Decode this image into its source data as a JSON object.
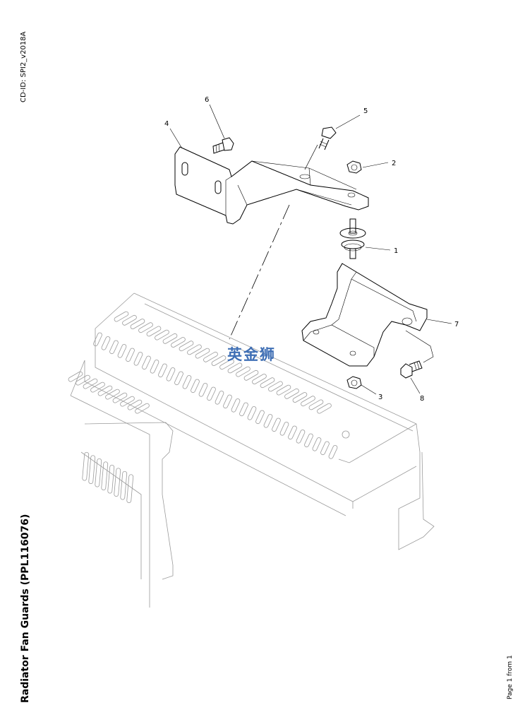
{
  "header": {
    "doc_id": "CD-ID: SPI2_v2018A"
  },
  "title": "Radiator Fan Guards (PPL116076)",
  "footer": {
    "page": "Page 1 from 1"
  },
  "watermark": "英金狮",
  "callouts": [
    {
      "id": "c1",
      "label": "1"
    },
    {
      "id": "c2",
      "label": "2"
    },
    {
      "id": "c3",
      "label": "3"
    },
    {
      "id": "c4",
      "label": "4"
    },
    {
      "id": "c5",
      "label": "5"
    },
    {
      "id": "c6",
      "label": "6"
    },
    {
      "id": "c7",
      "label": "7"
    },
    {
      "id": "c8",
      "label": "8"
    }
  ]
}
